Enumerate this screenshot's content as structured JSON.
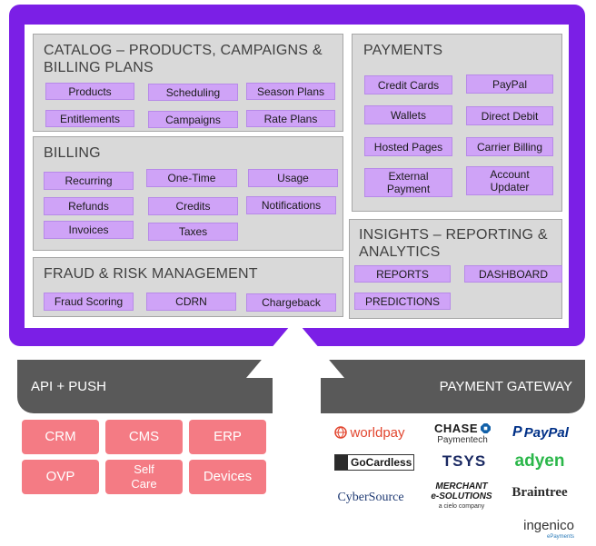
{
  "catalog": {
    "title": "CATALOG – PRODUCTS, CAMPAIGNS & BILLING PLANS",
    "items": [
      "Products",
      "Scheduling",
      "Season Plans",
      "Entitlements",
      "Campaigns",
      "Rate Plans"
    ]
  },
  "billing": {
    "title": "BILLING",
    "items": [
      "Recurring",
      "One-Time",
      "Usage",
      "Refunds",
      "Credits",
      "Notifications",
      "Invoices",
      "Taxes"
    ]
  },
  "fraud": {
    "title": "FRAUD & RISK MANAGEMENT",
    "items": [
      "Fraud Scoring",
      "CDRN",
      "Chargeback"
    ]
  },
  "payments": {
    "title": "PAYMENTS",
    "items": [
      "Credit Cards",
      "PayPal",
      "Wallets",
      "Direct Debit",
      "Hosted Pages",
      "Carrier Billing",
      "External Payment",
      "Account Updater"
    ]
  },
  "insights": {
    "title": "INSIGHTS – REPORTING & ANALYTICS",
    "items": [
      "REPORTS",
      "DASHBOARD",
      "PREDICTIONS"
    ]
  },
  "api": {
    "label": "API + PUSH",
    "items": [
      "CRM",
      "CMS",
      "ERP",
      "OVP",
      "Self Care",
      "Devices"
    ]
  },
  "gateway": {
    "label": "PAYMENT GATEWAY",
    "logos": {
      "worldpay": "worldpay",
      "chase": "CHASE",
      "chase_sub": "Paymentech",
      "paypal": "PayPal",
      "gocardless": "GoCardless",
      "tsys": "TSYS",
      "adyen": "adyen",
      "cybersource": "CyberSource",
      "merchant1": "MERCHANT",
      "merchant2": "e-SOLUTIONS",
      "merchant3": "a cielo company",
      "braintree": "Braintree",
      "ingenico": "ingenico",
      "ingenico_sub": "ePayments"
    }
  },
  "colors": {
    "frame": "#7b1fe6",
    "panel": "#d9d9d9",
    "chip": "#cfa3f7",
    "bar": "#595959",
    "pink": "#f47b84"
  }
}
